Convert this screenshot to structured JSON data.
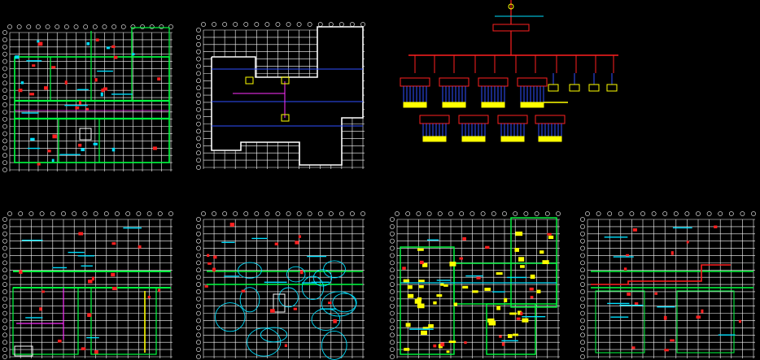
{
  "canvas": {
    "background": "#000000"
  },
  "colors": {
    "grid": "#ffffff",
    "wall": "#00ff40",
    "wall_alt": "#40ff80",
    "red": "#ff2020",
    "cyan": "#00e0ff",
    "blue": "#3050ff",
    "magenta": "#ff30ff",
    "yellow": "#ffff00",
    "white": "#ffffff"
  },
  "sheets": [
    {
      "id": "floor-plan-1",
      "kind": "floor-plan-walls"
    },
    {
      "id": "site-outline",
      "kind": "outline-with-lines"
    },
    {
      "id": "single-line-diagram",
      "kind": "electrical-riser"
    },
    {
      "id": "floor-plan-2",
      "kind": "floor-plan-light"
    },
    {
      "id": "floor-plan-3",
      "kind": "floor-plan-cloud"
    },
    {
      "id": "floor-plan-4",
      "kind": "floor-plan-dense"
    },
    {
      "id": "floor-plan-5",
      "kind": "floor-plan-red-route"
    }
  ]
}
